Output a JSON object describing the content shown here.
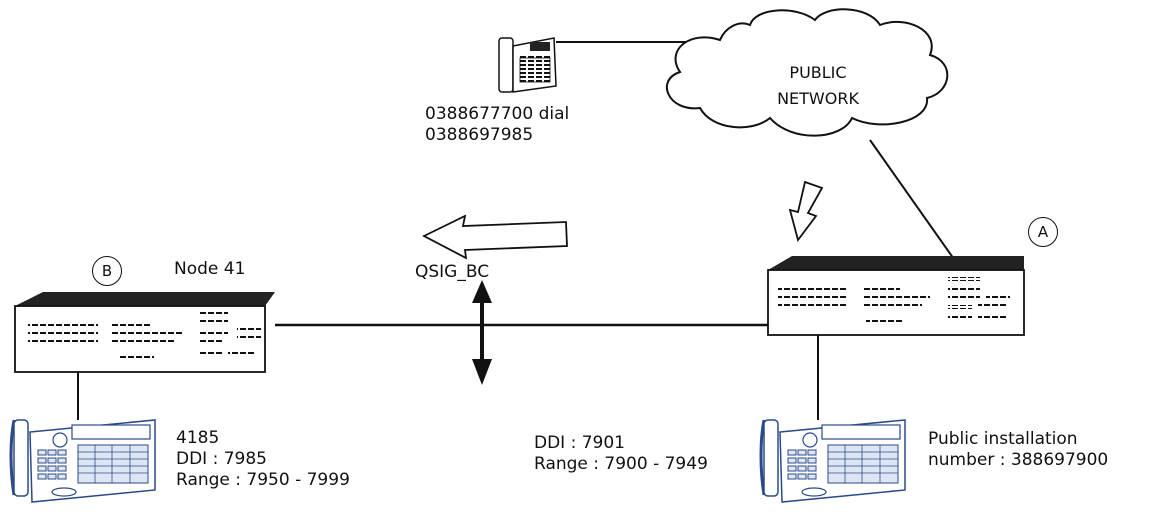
{
  "network": {
    "cloud_line1": "PUBLIC",
    "cloud_line2": "NETWORK"
  },
  "external_phone": {
    "line1": "0388677700 dial",
    "line2": "0388697985"
  },
  "node_b": {
    "marker": "B",
    "name": "Node 41"
  },
  "node_a": {
    "marker": "A"
  },
  "link": {
    "label": "QSIG_BC"
  },
  "phone_b": {
    "line1": "4185",
    "line2": "DDI : 7985",
    "line3": "Range : 7950 - 7999"
  },
  "phone_a": {
    "line1": "DDI : 7901",
    "line2": "Range : 7900 - 7949"
  },
  "public_installation": {
    "line1": "Public installation",
    "line2": "number : 388697900"
  },
  "colors": {
    "line": "#111111",
    "phone_stroke": "#2b4a8a",
    "phone_fill": "#ffffff"
  }
}
